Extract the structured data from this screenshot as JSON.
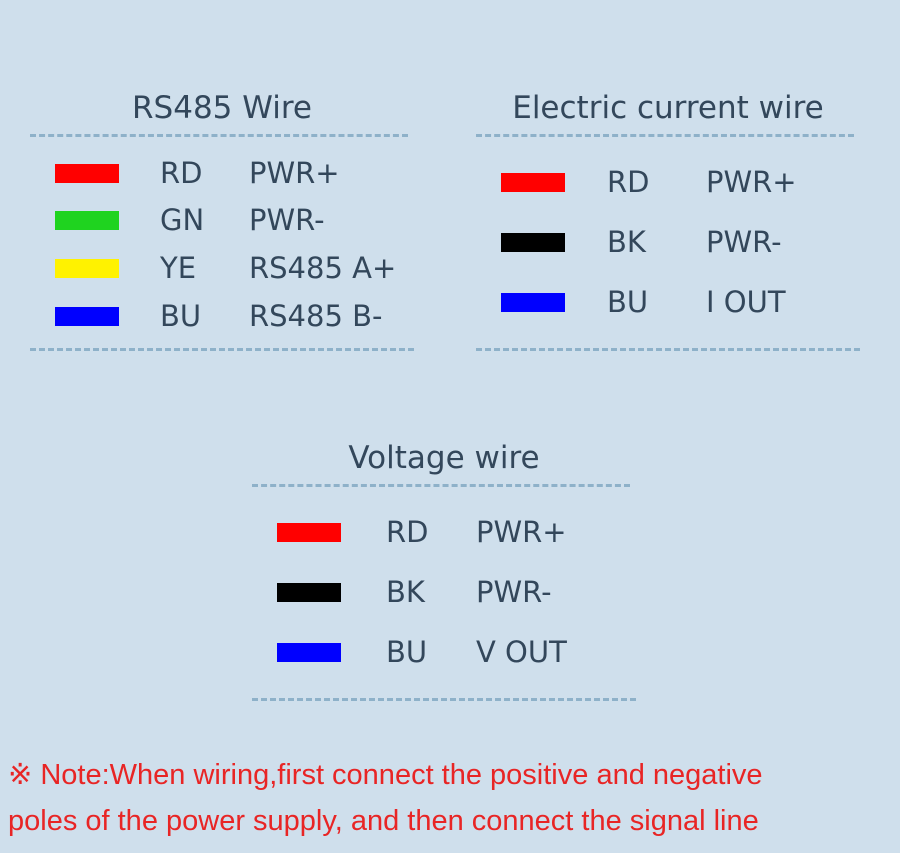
{
  "groups": [
    {
      "title": "RS485 Wire",
      "wires": [
        {
          "color": "#ff0000",
          "code": "RD",
          "function": "PWR+"
        },
        {
          "color": "#1fd31f",
          "code": "GN",
          "function": "PWR-"
        },
        {
          "color": "#fff200",
          "code": "YE",
          "function": "RS485 A+"
        },
        {
          "color": "#0000ff",
          "code": "BU",
          "function": "RS485 B-"
        }
      ]
    },
    {
      "title": "Electric current wire",
      "wires": [
        {
          "color": "#ff0000",
          "code": "RD",
          "function": "PWR+"
        },
        {
          "color": "#000000",
          "code": "BK",
          "function": "PWR-"
        },
        {
          "color": "#0000ff",
          "code": "BU",
          "function": "I OUT"
        }
      ]
    },
    {
      "title": "Voltage wire",
      "wires": [
        {
          "color": "#ff0000",
          "code": "RD",
          "function": "PWR+"
        },
        {
          "color": "#000000",
          "code": "BK",
          "function": "PWR-"
        },
        {
          "color": "#0000ff",
          "code": "BU",
          "function": "V OUT"
        }
      ]
    }
  ],
  "note": {
    "line1": "※ Note:When wiring,first connect the positive and negative",
    "line2": "poles of the power supply, and then connect the signal line"
  }
}
